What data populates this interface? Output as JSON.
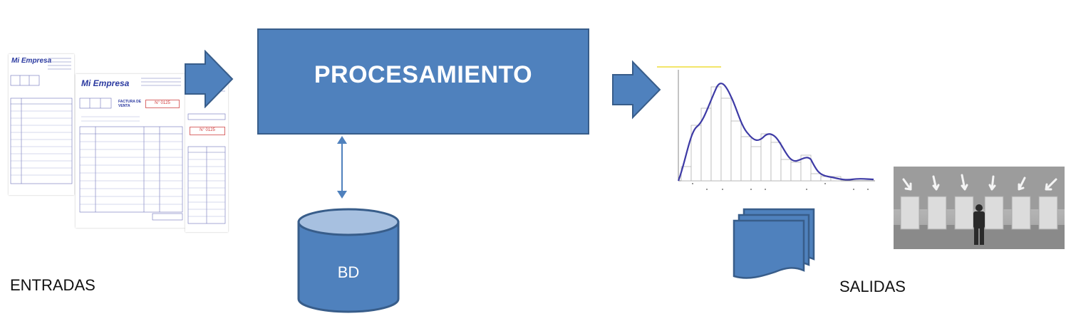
{
  "labels": {
    "inputs": "ENTRADAS",
    "process": "PROCESAMIENTO",
    "database": "BD",
    "outputs": "SALIDAS"
  },
  "invoices": {
    "brand": "Mi Empresa",
    "doc_type": "FACTURA DE VENTA",
    "number": "N° 0125"
  },
  "colors": {
    "box_fill": "#4f81bd",
    "box_border": "#385d8a",
    "arrow": "#4f81bd"
  },
  "icons": {
    "right_arrows": "block-arrow-right",
    "db_link": "double-headed-arrow",
    "database": "cylinder",
    "documents": "multi-document",
    "chart": "histogram-with-curve",
    "photo": "man-facing-doors"
  }
}
